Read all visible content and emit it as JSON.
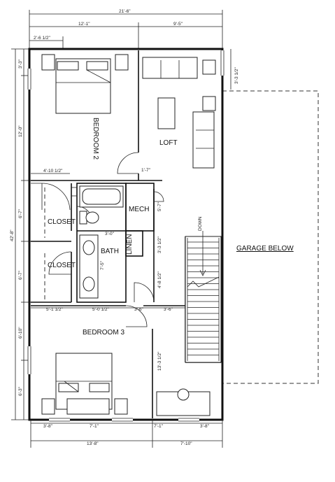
{
  "rooms": {
    "bedroom2": "BEDROOM 2",
    "loft": "LOFT",
    "mech": "MECH",
    "closet_upper": "CLOSET",
    "closet_lower": "CLOSET",
    "bath": "BATH",
    "linen": "LINEN",
    "bedroom3": "BEDROOM 3",
    "garage": "GARAGE BELOW",
    "stair": "DOWN"
  },
  "dimensions": {
    "overall_width": "21'-6\"",
    "top_left": "12'-1\"",
    "top_right": "9'-5\"",
    "top_small": "2'-6 1/2\"",
    "right_top": "3'-3 1/2\"",
    "left_a": "3'-3\"",
    "left_b": "12'-0\"",
    "left_c": "6'-7\"",
    "left_d": "6'-7\"",
    "left_e": "6'-10\"",
    "left_f": "6'-3\"",
    "left_overall": "42'-8\"",
    "closet_width": "4'-10 1/2\"",
    "hall_small": "1'-7\"",
    "mech_h": "5'-7\"",
    "bath_w": "3'-0\"",
    "bath_h": "7'-5\"",
    "hall_a": "3'-3 1/2\"",
    "hall_b": "4'-8 1/2\"",
    "mid_a": "5'-1 1/2\"",
    "mid_b": "5'-0 1/2\"",
    "mid_c": "3'-6\"",
    "mid_d": "3'-6\"",
    "bed3_h": "13'-3 1/2\"",
    "bot_a": "3'-8\"",
    "bot_b": "7'-1\"",
    "bot_c": "7'-1\"",
    "bot_d": "3'-8\"",
    "bot_left": "13'-8\"",
    "bot_right": "7'-10\""
  }
}
